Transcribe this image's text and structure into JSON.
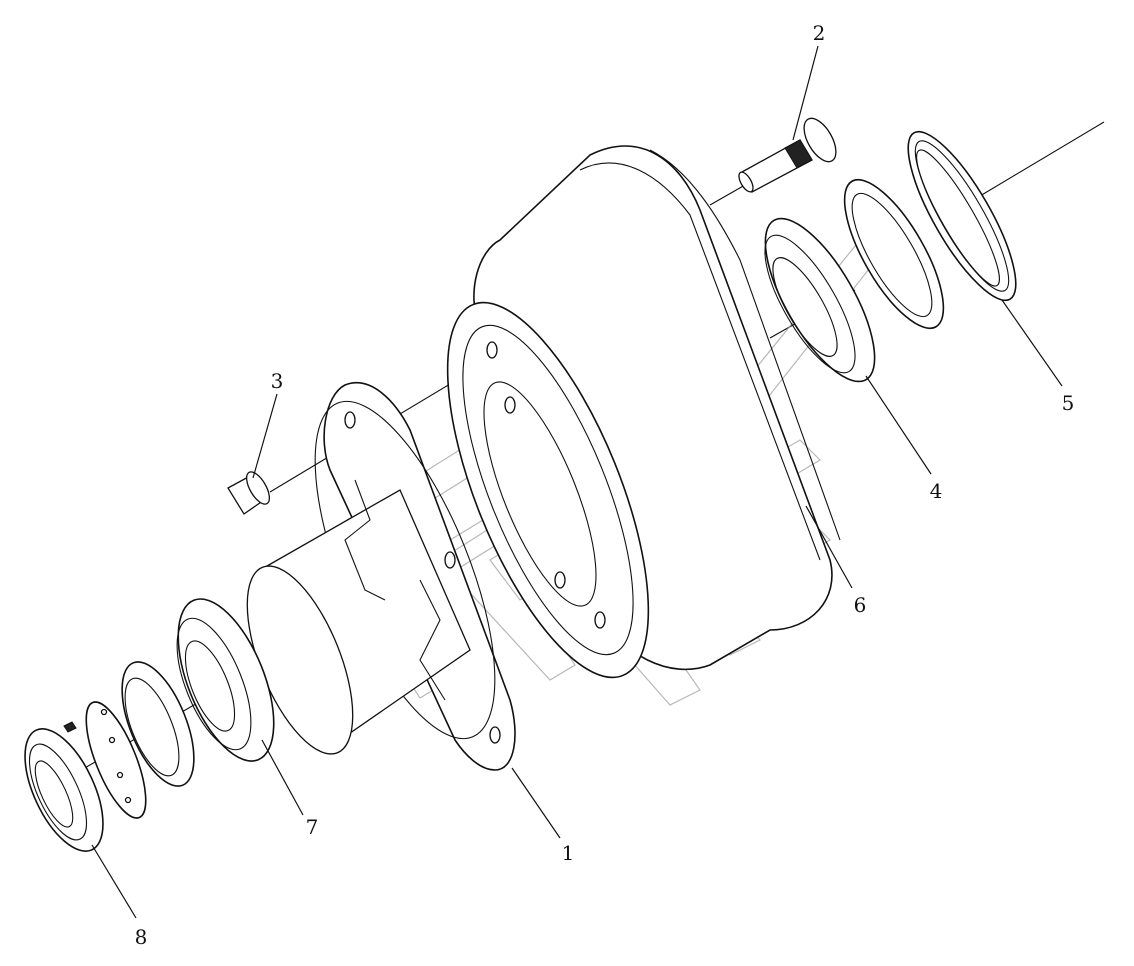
{
  "callouts": [
    {
      "id": "1",
      "label": "1"
    },
    {
      "id": "2",
      "label": "2"
    },
    {
      "id": "3",
      "label": "3"
    },
    {
      "id": "4",
      "label": "4"
    },
    {
      "id": "5",
      "label": "5"
    },
    {
      "id": "6",
      "label": "6"
    },
    {
      "id": "7",
      "label": "7"
    },
    {
      "id": "8",
      "label": "8"
    }
  ],
  "colors": {
    "line": "#111111",
    "watermark": "#9a9a9a",
    "background": "#ffffff"
  }
}
